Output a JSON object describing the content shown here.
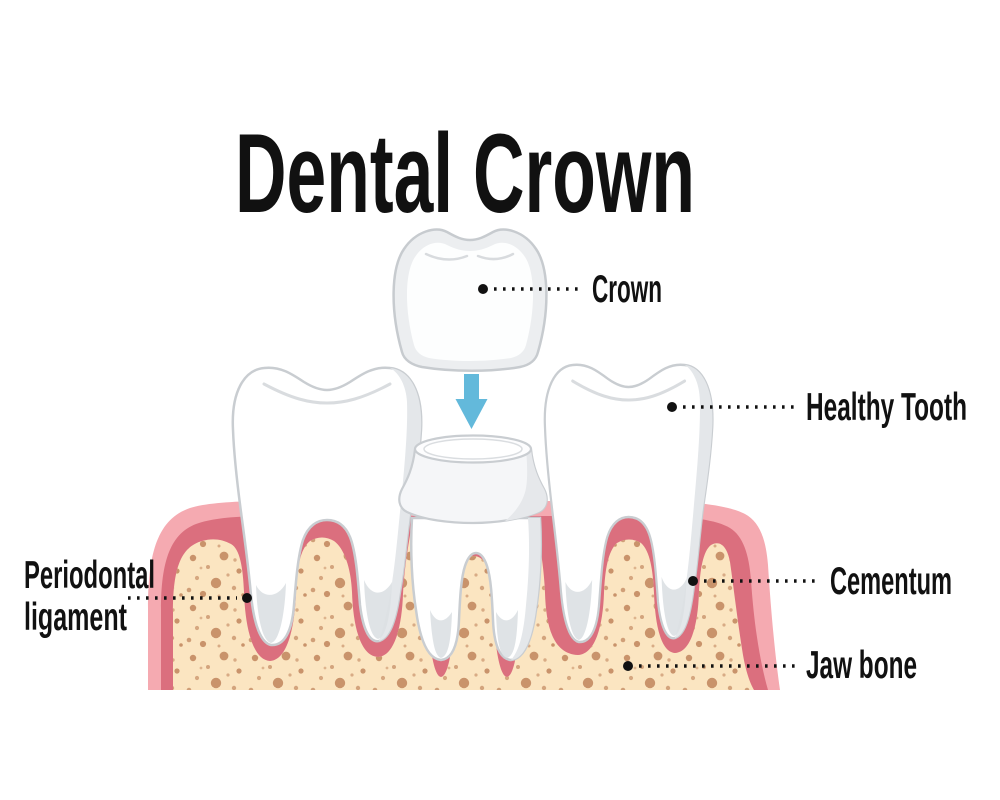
{
  "title": "Dental Crown",
  "labels": {
    "crown": "Crown",
    "healthy_tooth": "Healthy Tooth",
    "periodontal_ligament_line1": "Periodontal",
    "periodontal_ligament_line2": "ligament",
    "cementum": "Cementum",
    "jaw_bone": "Jaw bone"
  },
  "colors": {
    "background": "#FFFFFF",
    "text": "#111111",
    "leader_dots": "#111111",
    "arrow_blue": "#63B9DB",
    "gum_light_pink": "#F5AAB1",
    "gum_dark_pink": "#DB6F7E",
    "bone_tan": "#FBE5C1",
    "bone_speckle": "#C9936B",
    "tooth_white": "#FFFFFF",
    "tooth_shade_gray": "#E4E7EA",
    "tooth_outline_gray": "#C9CDD1",
    "crown_outer_gray": "#ECEEF0"
  }
}
